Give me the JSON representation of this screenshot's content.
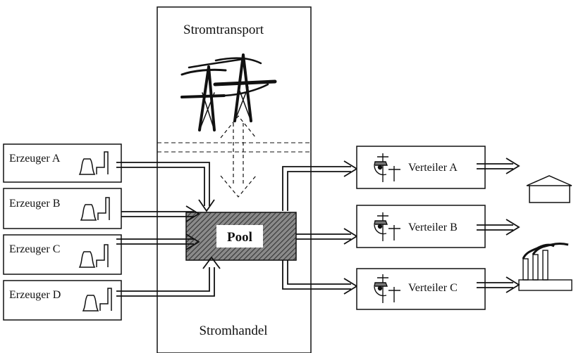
{
  "diagram": {
    "column": {
      "top_label": "Stromtransport",
      "bottom_label": "Stromhandel"
    },
    "pool": {
      "label": "Pool"
    },
    "producers": [
      {
        "label": "Erzeuger A"
      },
      {
        "label": "Erzeuger B"
      },
      {
        "label": "Erzeuger C"
      },
      {
        "label": "Erzeuger D"
      }
    ],
    "distributors": [
      {
        "label": "Verteiler A"
      },
      {
        "label": "Verteiler B"
      },
      {
        "label": "Verteiler C"
      }
    ],
    "colors": {
      "ink": "#111111",
      "background": "#ffffff",
      "pool_hatch": "#555555"
    },
    "icons": {
      "producer": "power-plant-icon",
      "transport": "power-pylon-icon",
      "distributor": "transformer-icon",
      "consumers": [
        "house-icon",
        "factory-icon"
      ]
    }
  }
}
